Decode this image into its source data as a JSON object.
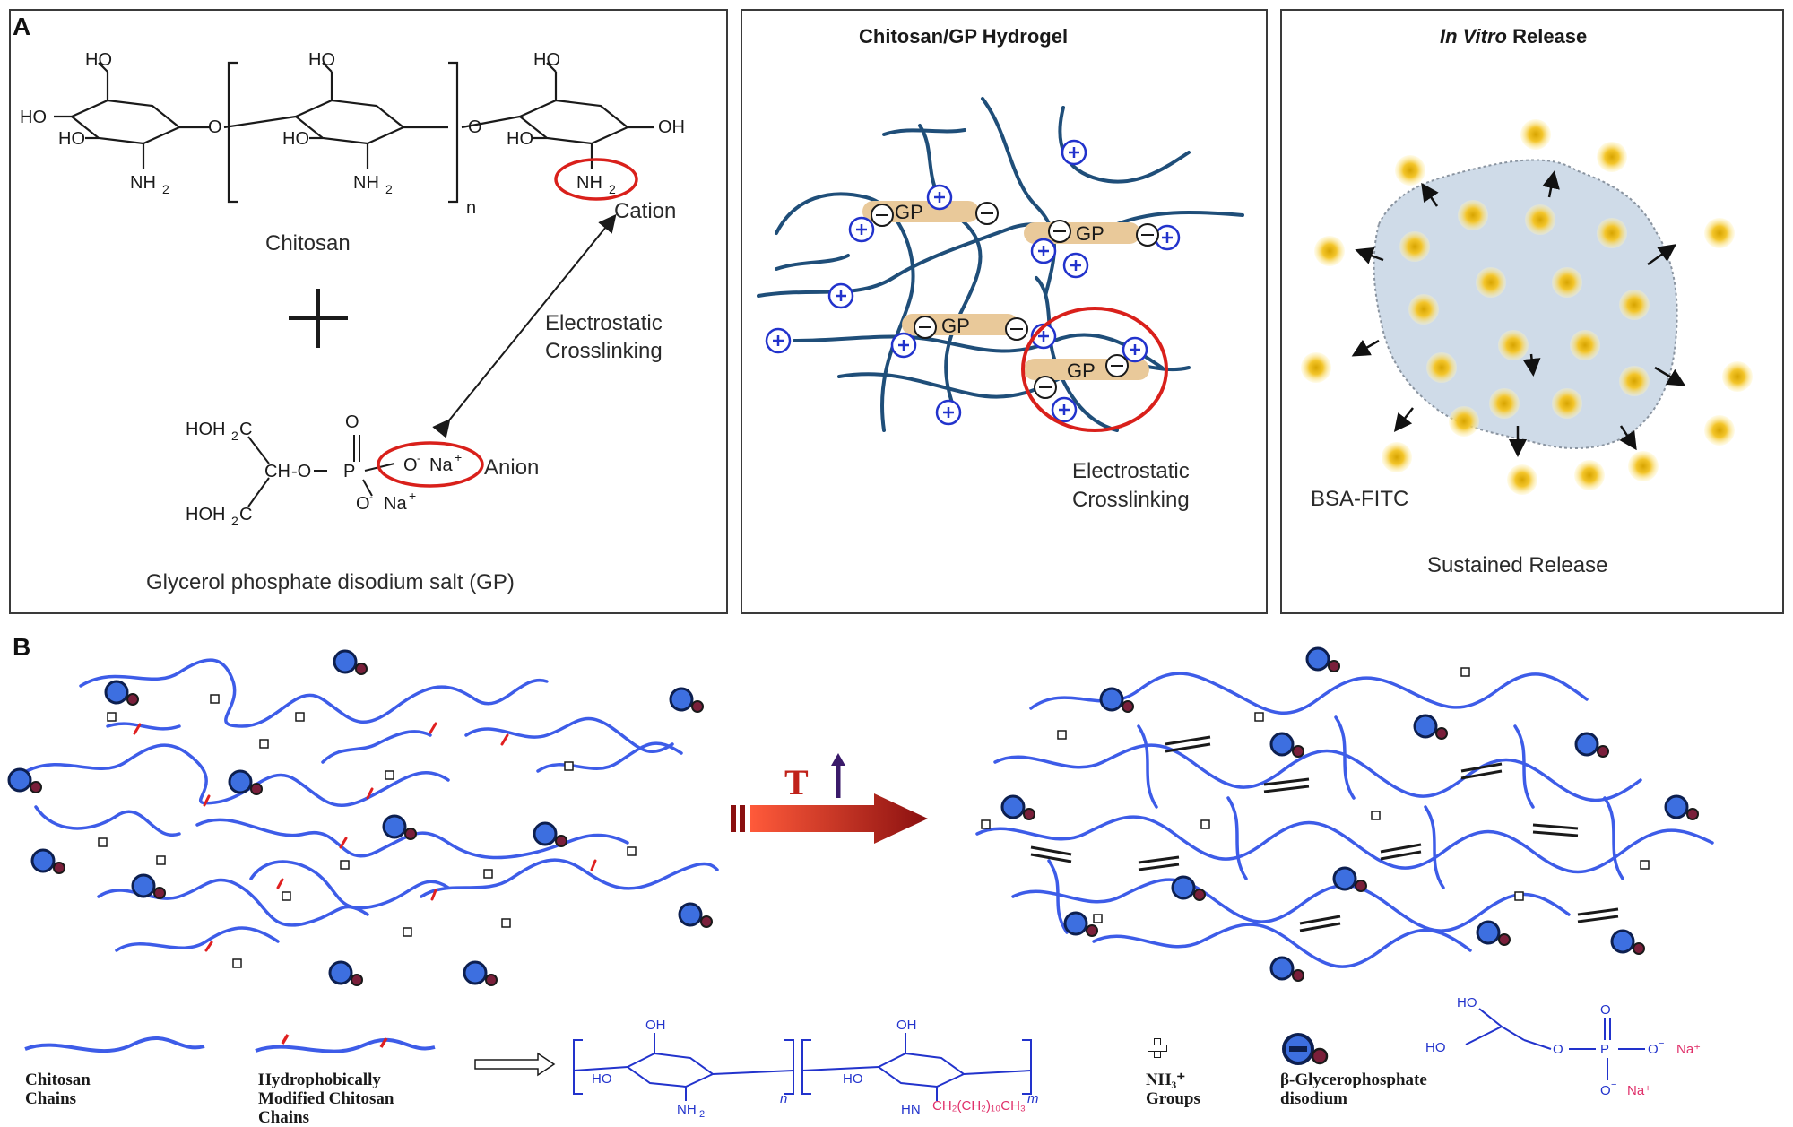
{
  "panel_a": {
    "label": "A",
    "chitosan_label": "Chitosan",
    "plus_sign": "+",
    "cation_label": "Cation",
    "anion_label": "Anion",
    "crosslink_label": "Electrostatic\nCrosslinking",
    "gp_caption": "Glycerol phosphate disodium salt (GP)",
    "chem_ho": "HO",
    "chem_oh": "OH",
    "chem_nh2": "NH",
    "chem_n": "n",
    "chem_o": "O",
    "gp_hoh2c": "HOH",
    "gp_ch": "CH",
    "gp_p": "P",
    "gp_na": "Na",
    "gp_o_minus": "O"
  },
  "panel_hydrogel": {
    "title": "Chitosan/GP Hydrogel",
    "gp_tag": "GP",
    "crosslink_label": "Electrostatic\nCrosslinking"
  },
  "panel_release": {
    "title_italic": "In Vitro",
    "title_rest": " Release",
    "bsa_label": "BSA-FITC",
    "sustained_label": "Sustained Release"
  },
  "panel_b": {
    "label": "B",
    "temp_label": "T",
    "legend": {
      "chitosan_chains": "Chitosan\nChains",
      "modified_chains": "Hydrophobically\nModified Chitosan\nChains",
      "nh3_groups": "NH₃⁺\nGroups",
      "bgp": "β-Glycerophosphate\ndisodium",
      "formula_sub": "CH₂(CH₂)₁₀CH₃",
      "na_plus": "Na⁺"
    }
  },
  "colors": {
    "chain_dark": "#1f4e79",
    "chain_blue": "#3d5ce8",
    "cation_blue": "#2233cc",
    "red_ring": "#d9201b",
    "gp_band": "#e9c99a",
    "gel_fill": "#cfdbe8",
    "particle": "#f2c21b",
    "arrow_red": "#c0221a",
    "hydrophobic_red": "#e02020"
  }
}
